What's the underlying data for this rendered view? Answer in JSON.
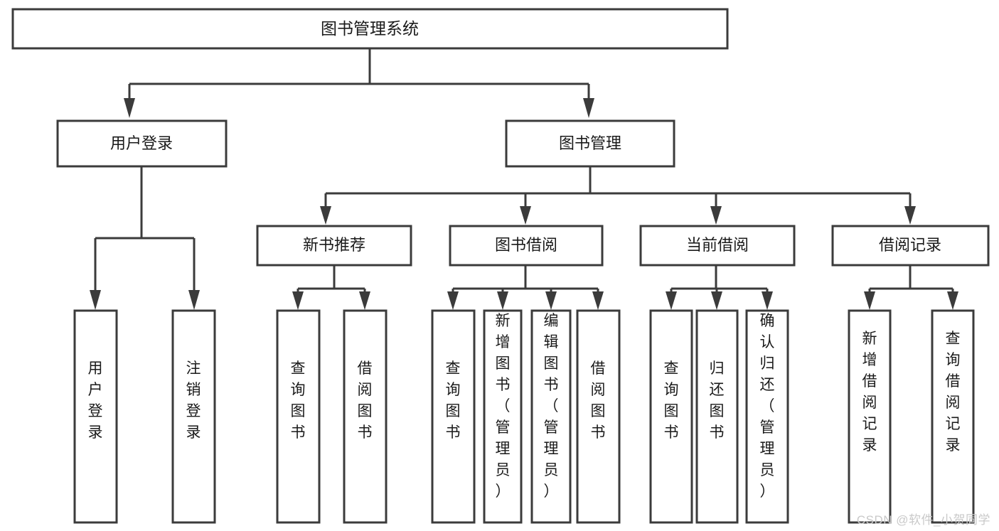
{
  "diagram": {
    "title": "图书管理系统",
    "watermark": "CSDN @软件_小贺同学",
    "colors": {
      "stroke": "#3b3b3b",
      "fill": "#ffffff",
      "text": "#1a1a1a",
      "background": "#ffffff",
      "watermark": "#c9c9c9"
    },
    "root": {
      "label": "图书管理系统"
    },
    "level2": [
      {
        "label": "用户登录"
      },
      {
        "label": "图书管理"
      }
    ],
    "level3": [
      {
        "label": "新书推荐"
      },
      {
        "label": "图书借阅"
      },
      {
        "label": "当前借阅"
      },
      {
        "label": "借阅记录"
      }
    ],
    "leaves": {
      "user_login": [
        {
          "label": "用户登录"
        },
        {
          "label": "注销登录"
        }
      ],
      "new_book_recommend": [
        {
          "label": "查询图书"
        },
        {
          "label": "借阅图书"
        }
      ],
      "book_borrow": [
        {
          "label": "查询图书"
        },
        {
          "label": "新增图书（管理员）"
        },
        {
          "label": "编辑图书（管理员）"
        },
        {
          "label": "借阅图书"
        }
      ],
      "current_borrow": [
        {
          "label": "查询图书"
        },
        {
          "label": "归还图书"
        },
        {
          "label": "确认归还（管理员）"
        }
      ],
      "borrow_record": [
        {
          "label": "新增借阅记录"
        },
        {
          "label": "查询借阅记录"
        }
      ]
    }
  }
}
